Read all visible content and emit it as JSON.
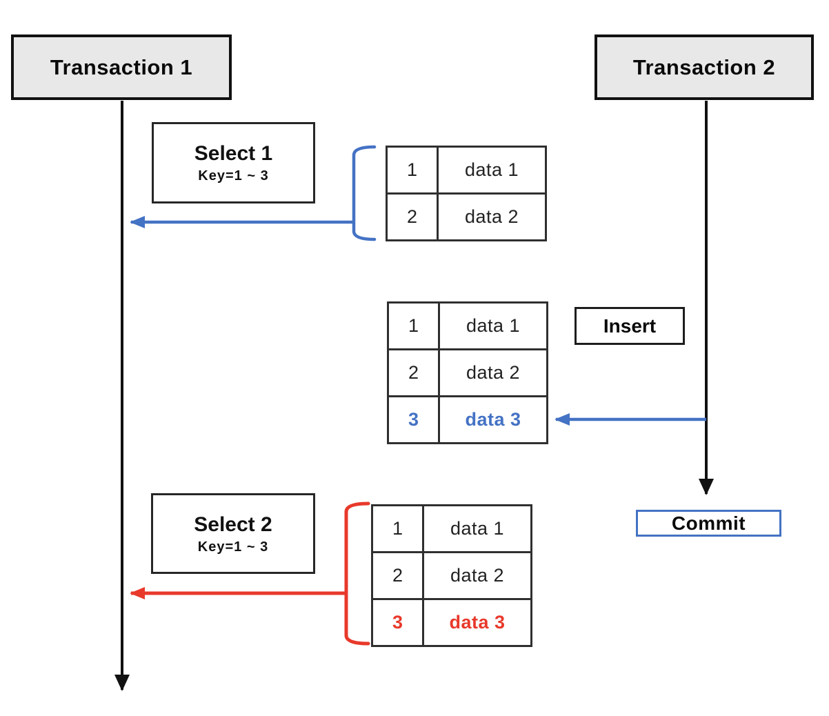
{
  "colors": {
    "accent_blue": "#4472C4",
    "accent_red": "#E8392B",
    "box_fill": "#E8E8E8",
    "line_black": "#111111",
    "table_border": "#2F2F2F"
  },
  "lanes": {
    "transaction1": {
      "label": "Transaction 1"
    },
    "transaction2": {
      "label": "Transaction 2"
    }
  },
  "operations": {
    "select1": {
      "title": "Select 1",
      "condition": "Key=1 ~ 3"
    },
    "insert": {
      "label": "Insert"
    },
    "commit": {
      "label": "Commit"
    },
    "select2": {
      "title": "Select 2",
      "condition": "Key=1 ~ 3"
    }
  },
  "tables": {
    "select1_result": {
      "rows": [
        {
          "key": "1",
          "value": "data 1",
          "highlight": "none"
        },
        {
          "key": "2",
          "value": "data 2",
          "highlight": "none"
        }
      ]
    },
    "after_insert": {
      "rows": [
        {
          "key": "1",
          "value": "data 1",
          "highlight": "none"
        },
        {
          "key": "2",
          "value": "data 2",
          "highlight": "none"
        },
        {
          "key": "3",
          "value": "data 3",
          "highlight": "blue"
        }
      ]
    },
    "select2_result": {
      "rows": [
        {
          "key": "1",
          "value": "data 1",
          "highlight": "none"
        },
        {
          "key": "2",
          "value": "data 2",
          "highlight": "none"
        },
        {
          "key": "3",
          "value": "data 3",
          "highlight": "red"
        }
      ]
    }
  }
}
